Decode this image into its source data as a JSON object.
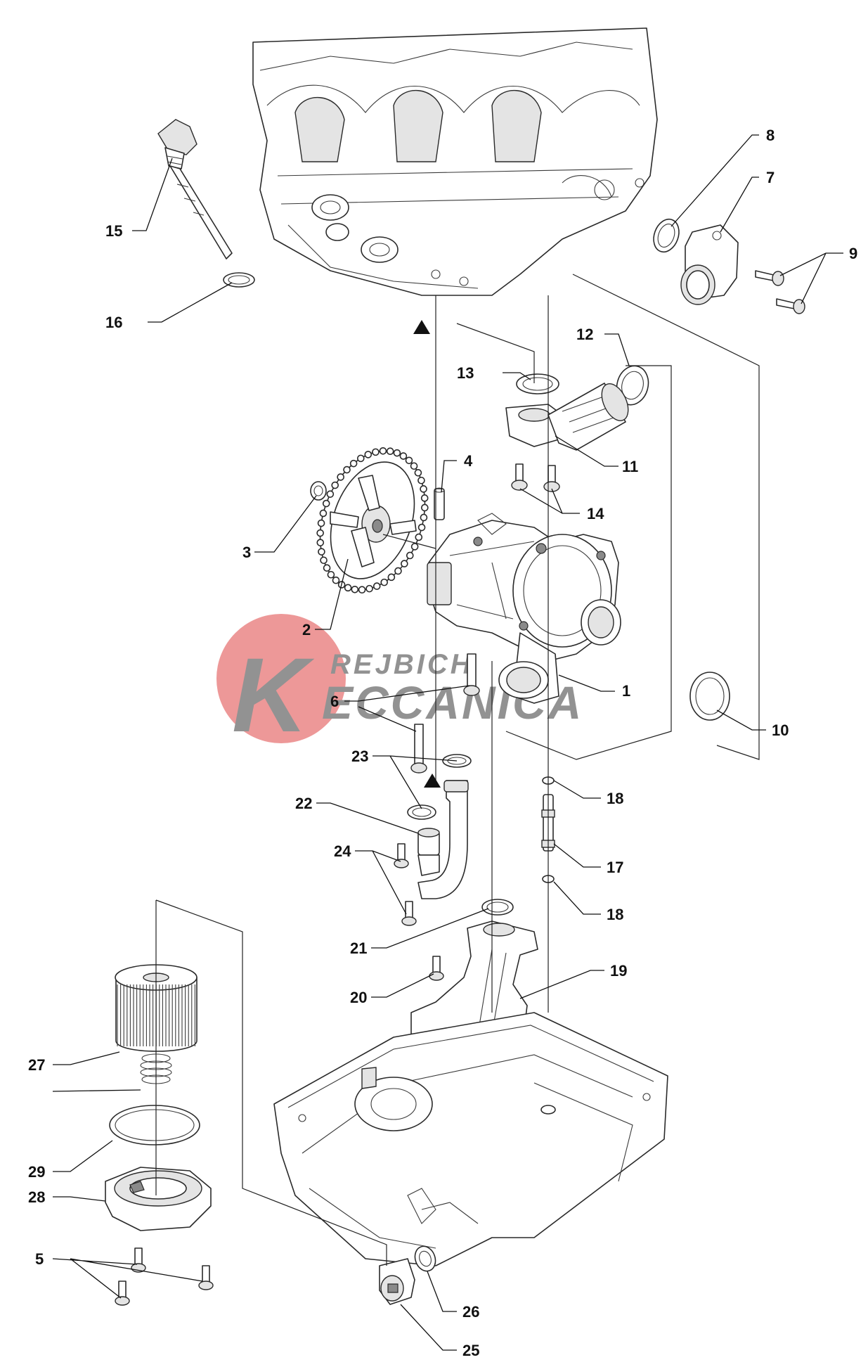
{
  "watermark": {
    "line1": "REJBICH",
    "line2": "ECCANICA",
    "logo_letter": "K",
    "circle_color": "#e35d5d",
    "text_color": "#808080"
  },
  "callouts": {
    "c1": "1",
    "c2": "2",
    "c3": "3",
    "c4": "4",
    "c5": "5",
    "c6": "6",
    "c7": "7",
    "c8": "8",
    "c9": "9",
    "c10": "10",
    "c11": "11",
    "c12": "12",
    "c13": "13",
    "c14": "14",
    "c15": "15",
    "c16": "16",
    "c17": "17",
    "c18a": "18",
    "c18b": "18",
    "c19": "19",
    "c20": "20",
    "c21": "21",
    "c22": "22",
    "c23": "23",
    "c24": "24",
    "c25": "25",
    "c26": "26",
    "c27": "27",
    "c28": "28",
    "c29": "29"
  }
}
